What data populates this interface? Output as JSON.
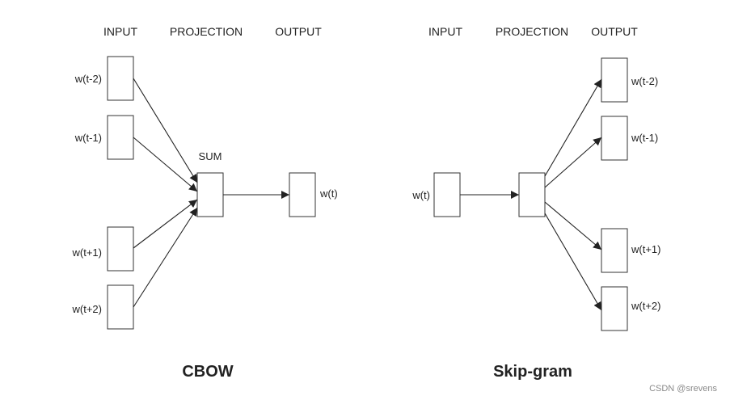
{
  "cbow": {
    "headers": {
      "input": "INPUT",
      "projection": "PROJECTION",
      "output": "OUTPUT"
    },
    "inputs": [
      "w(t-2)",
      "w(t-1)",
      "w(t+1)",
      "w(t+2)"
    ],
    "projection_label": "SUM",
    "output": "w(t)",
    "title": "CBOW"
  },
  "skipgram": {
    "headers": {
      "input": "INPUT",
      "projection": "PROJECTION",
      "output": "OUTPUT"
    },
    "input": "w(t)",
    "outputs": [
      "w(t-2)",
      "w(t-1)",
      "w(t+1)",
      "w(t+2)"
    ],
    "title": "Skip-gram"
  },
  "watermark": "CSDN @srevens",
  "colors": {
    "stroke": "#222222",
    "text": "#222222",
    "watermark": "#8a8a8a"
  }
}
